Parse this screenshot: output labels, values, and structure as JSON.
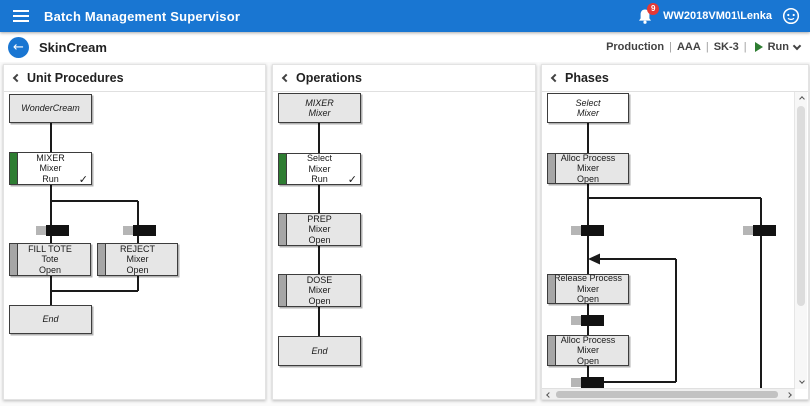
{
  "app_bar": {
    "title": "Batch Management Supervisor",
    "notification_count": "9",
    "user": "WW2018VM01\\Lenka"
  },
  "toolbar": {
    "title": "SkinCream",
    "separator": "|",
    "context_items": [
      "Production",
      "AAA",
      "SK-3"
    ],
    "state_label": "Run"
  },
  "icons": {
    "check": "✓",
    "back_arrow": "←"
  },
  "colors": {
    "app_bar_blue": "#1976d2",
    "badge_red": "#e53935",
    "run_green": "#2e7d32",
    "status_stripe_green": "#2e7d32",
    "status_stripe_gray": "#a6a6a6",
    "node_gray_fill": "#e6e6e6",
    "node_white_fill": "#ffffff",
    "wire_black": "#1a1a1a"
  },
  "panels": {
    "unit_procedures": {
      "title": "Unit Procedures",
      "nodes": {
        "wondercream": {
          "l1": "WonderCream"
        },
        "mixer": {
          "l1": "MIXER",
          "l2": "Mixer",
          "l3": "Run"
        },
        "fill_tote": {
          "l1": "FILL TOTE",
          "l2": "Tote",
          "l3": "Open"
        },
        "reject": {
          "l1": "REJECT",
          "l2": "Mixer",
          "l3": "Open"
        },
        "end": {
          "l1": "End"
        }
      }
    },
    "operations": {
      "title": "Operations",
      "nodes": {
        "mixer": {
          "l1": "MIXER",
          "l2": "Mixer"
        },
        "select": {
          "l1": "Select",
          "l2": "Mixer",
          "l3": "Run"
        },
        "prep": {
          "l1": "PREP",
          "l2": "Mixer",
          "l3": "Open"
        },
        "dose": {
          "l1": "DOSE",
          "l2": "Mixer",
          "l3": "Open"
        },
        "end": {
          "l1": "End"
        }
      }
    },
    "phases": {
      "title": "Phases",
      "nodes": {
        "select": {
          "l1": "Select",
          "l2": "Mixer"
        },
        "alloc_process_1": {
          "l1": "Alloc Process",
          "l2": "Mixer",
          "l3": "Open"
        },
        "release_process": {
          "l1": "Release Process",
          "l2": "Mixer",
          "l3": "Open"
        },
        "alloc_process_2": {
          "l1": "Alloc Process",
          "l2": "Mixer",
          "l3": "Open"
        }
      }
    }
  }
}
